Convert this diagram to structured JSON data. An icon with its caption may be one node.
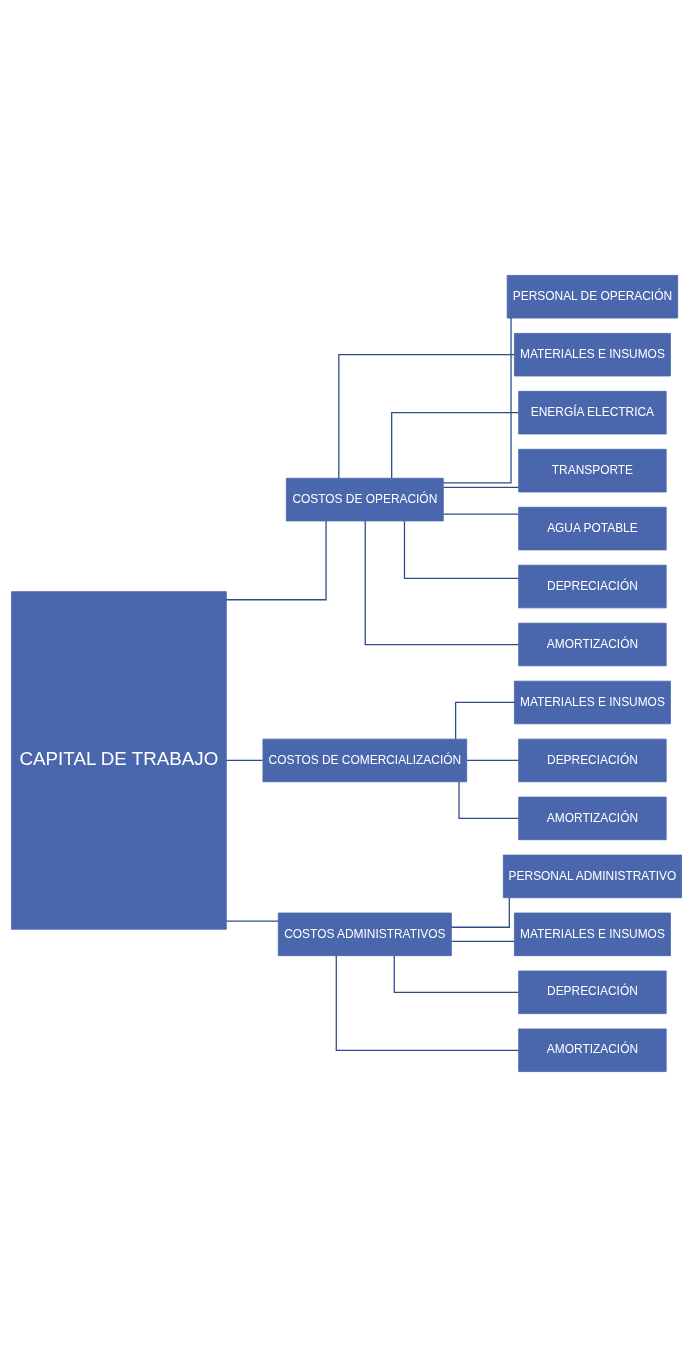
{
  "diagram": {
    "nodes": [
      {
        "text": [
          "CAPITAL DE TRABAJO"
        ]
      },
      {
        "text": [
          "COSTOS DE OPERACIÓN"
        ]
      },
      {
        "text": [
          "PERSONAL DE OPERACIÓN"
        ]
      },
      {
        "text": [
          "MATERIALES E INSUMOS"
        ]
      },
      {
        "text": [
          "ENERGÍA ELECTRICA"
        ]
      },
      {
        "text": [
          "TRANSPORTE"
        ]
      },
      {
        "text": [
          "AGUA POTABLE"
        ]
      },
      {
        "text": [
          "DEPRECIACIÓN"
        ]
      },
      {
        "text": [
          "AMORTIZACIÓN"
        ]
      },
      {
        "text": [
          "COSTOS DE COMERCIALIZACIÓN"
        ]
      },
      {
        "text": [
          "MATERIALES E INSUMOS"
        ]
      },
      {
        "text": [
          "DEPRECIACIÓN"
        ]
      },
      {
        "text": [
          "AMORTIZACIÓN"
        ]
      },
      {
        "text": [
          "COSTOS ADMINISTRATIVOS"
        ]
      },
      {
        "text": [
          "PERSONAL ADMINISTRATIVO"
        ]
      },
      {
        "text": [
          "MATERIALES E INSUMOS"
        ]
      },
      {
        "text": [
          "DEPRECIACIÓN"
        ]
      },
      {
        "text": [
          "AMORTIZACIÓN"
        ]
      }
    ],
    "edges": [
      {
        "from": 0,
        "to": 1,
        "arrow": "none"
      },
      {
        "from": 0,
        "to": 9,
        "arrow": "none"
      },
      {
        "from": 0,
        "to": 13,
        "arrow": "none"
      },
      {
        "from": 1,
        "to": 2,
        "arrow": "none"
      },
      {
        "from": 1,
        "to": 3,
        "arrow": "none"
      },
      {
        "from": 1,
        "to": 4,
        "arrow": "none"
      },
      {
        "from": 1,
        "to": 5,
        "arrow": "none"
      },
      {
        "from": 1,
        "to": 6,
        "arrow": "none"
      },
      {
        "from": 1,
        "to": 7,
        "arrow": "none"
      },
      {
        "from": 1,
        "to": 8,
        "arrow": "none"
      },
      {
        "from": 9,
        "to": 10,
        "arrow": "none"
      },
      {
        "from": 9,
        "to": 11,
        "arrow": "none"
      },
      {
        "from": 9,
        "to": 12,
        "arrow": "none"
      },
      {
        "from": 13,
        "to": 14,
        "arrow": "none"
      },
      {
        "from": 13,
        "to": 15,
        "arrow": "none"
      },
      {
        "from": 13,
        "to": 16,
        "arrow": "none"
      },
      {
        "from": 13,
        "to": 17,
        "arrow": "none"
      }
    ]
  }
}
